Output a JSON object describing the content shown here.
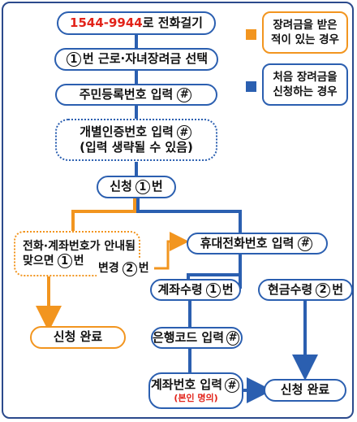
{
  "steps": {
    "call_number": "1544-9944",
    "call_suffix": "로 전화걸기",
    "press_1": "1",
    "press_1_label": "번 근로·자녀장려금 선택",
    "resident_id": "주민등록번호 입력",
    "personal_cert": "개별인증번호 입력",
    "personal_cert_note": "(입력 생략될 수 있음)",
    "apply_prefix": "신청",
    "apply_num": "1",
    "apply_suffix": "번"
  },
  "orange_branch": {
    "guide_text": "전화·계좌번호가 안내됨",
    "if_correct": "맞으면",
    "if_correct_num": "1",
    "if_correct_suffix": "번",
    "change_label": "변경",
    "change_num": "2",
    "change_suffix": "번",
    "done": "신청 완료"
  },
  "blue_branch": {
    "mobile_input": "휴대전화번호 입력",
    "account_receive": "계좌수령",
    "account_num": "1",
    "account_suffix": "번",
    "cash_receive": "현금수령",
    "cash_num": "2",
    "cash_suffix": "번",
    "bank_code": "은행코드 입력",
    "account_input": "계좌번호 입력",
    "account_note": "(본인 명의)",
    "done": "신청 완료"
  },
  "hash_symbol": "#",
  "legend": {
    "orange_label_line1": "장려금을 받은",
    "orange_label_line2": "적이 있는 경우",
    "blue_label_line1": "처음 장려금을",
    "blue_label_line2": "신청하는 경우"
  },
  "colors": {
    "orange": "#f2951f",
    "blue": "#2b5fb0",
    "red": "#e2231a",
    "frame": "#2b4a8c"
  }
}
